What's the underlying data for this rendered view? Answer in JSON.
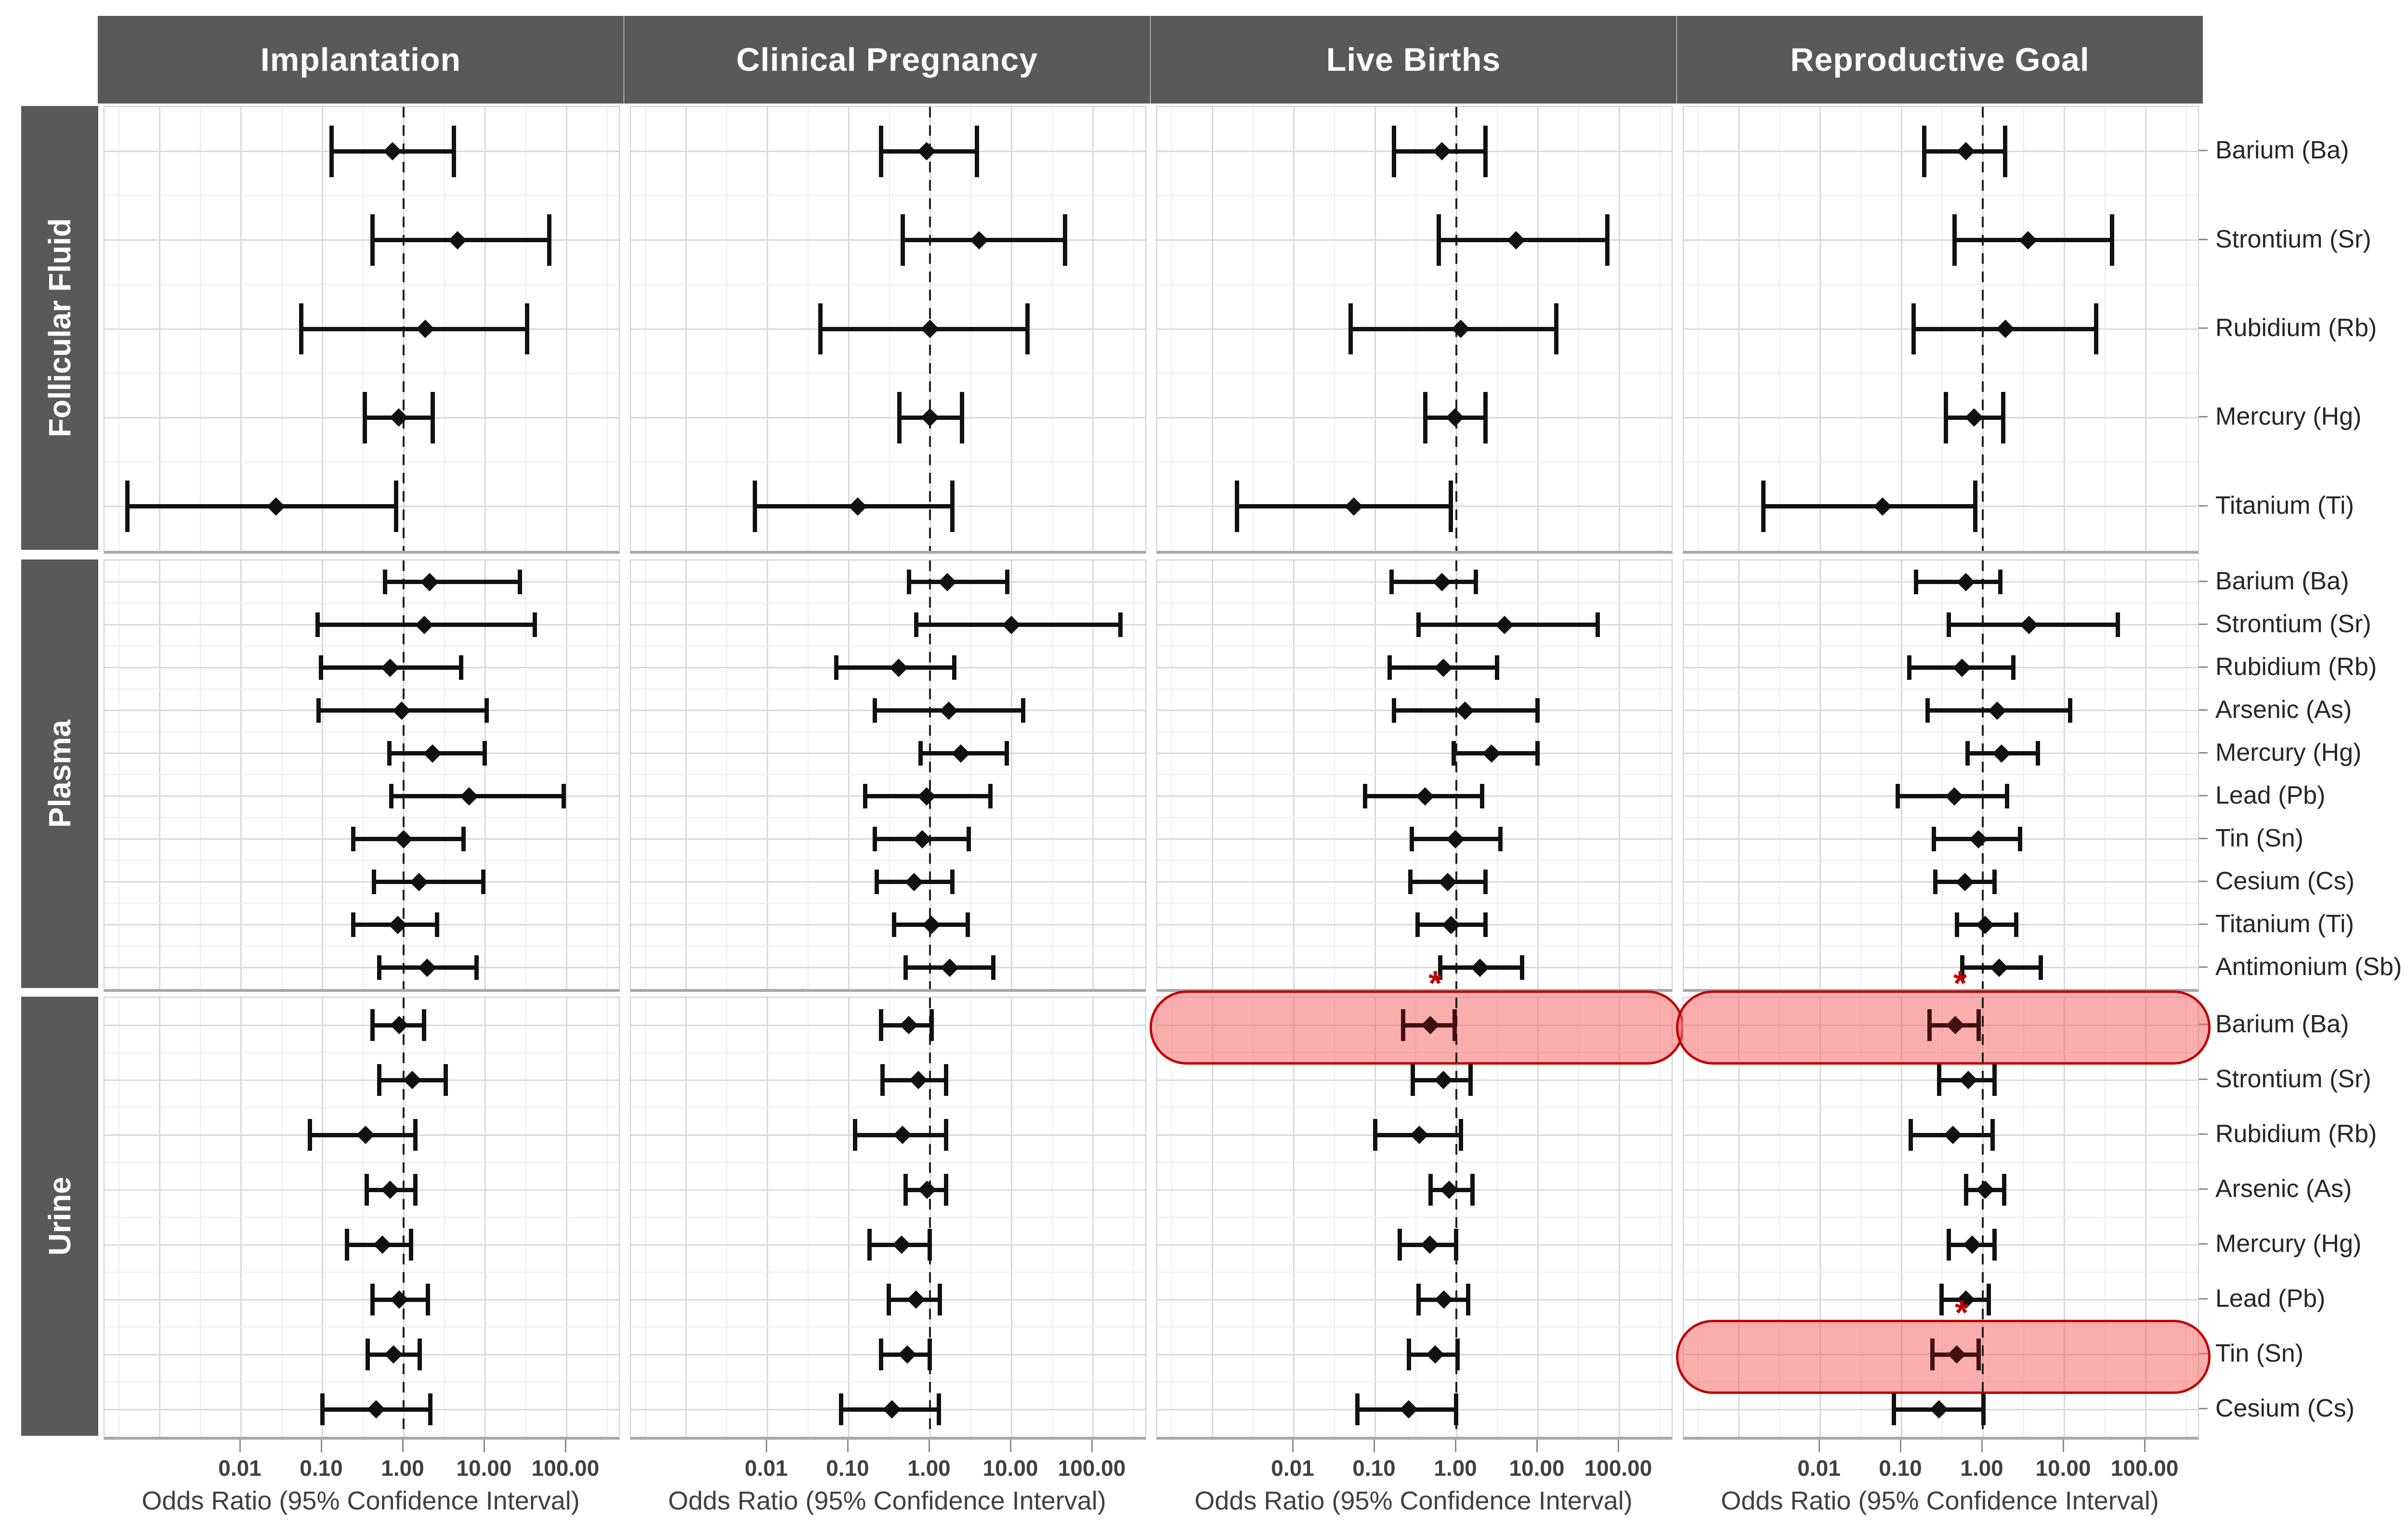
{
  "figure": {
    "kind": "forest-plot-grid",
    "x_axis_title": "Odds Ratio (95% Confidence Interval)",
    "significance_symbol": "*"
  },
  "colors": {
    "header_bg": "#595959",
    "header_text": "#ffffff",
    "bar": "#111111",
    "sig_bar": "#431010",
    "highlight_fill": "rgba(243,98,98,0.52)",
    "highlight_border": "#c00000",
    "grid_major": "#d9d9d9",
    "grid_minor": "#eeeeee",
    "axis_text": "#404040"
  },
  "chart_data": {
    "type": "forest",
    "xscale": "log10",
    "xlabel": "Odds Ratio (95% Confidence Interval)",
    "x_tick_labels": [
      "0.01",
      "0.10",
      "1.00",
      "10.00",
      "100.00"
    ],
    "x_tick_values": [
      0.01,
      0.1,
      1,
      10,
      100
    ],
    "reference_line": 1.0,
    "grid": true,
    "outcomes": [
      "Implantation",
      "Clinical Pregnancy",
      "Live Births",
      "Reproductive Goal"
    ],
    "note": "values are [odds_ratio, ci_low, ci_high, significant(1)]",
    "groups": [
      {
        "label": "Follicular Fluid",
        "rows": [
          "Barium (Ba)",
          "Strontium (Sr)",
          "Rubidium (Rb)",
          "Mercury (Hg)",
          "Titanium (Ti)"
        ],
        "data": {
          "Implantation": [
            [
              0.73,
              0.13,
              4.2
            ],
            [
              4.6,
              0.41,
              62
            ],
            [
              1.85,
              0.055,
              33
            ],
            [
              0.87,
              0.33,
              2.3
            ],
            [
              0.027,
              0.0004,
              0.81
            ]
          ],
          "Clinical Pregnancy": [
            [
              0.91,
              0.25,
              3.8
            ],
            [
              4.0,
              0.46,
              46
            ],
            [
              1.0,
              0.045,
              16
            ],
            [
              1.0,
              0.42,
              2.5
            ],
            [
              0.13,
              0.007,
              1.9
            ]
          ],
          "Live Births": [
            [
              0.66,
              0.17,
              2.3
            ],
            [
              5.4,
              0.6,
              72
            ],
            [
              1.13,
              0.05,
              17
            ],
            [
              0.96,
              0.41,
              2.3
            ],
            [
              0.055,
              0.002,
              0.86
            ]
          ],
          "Reproductive Goal": [
            [
              0.62,
              0.19,
              1.9
            ],
            [
              3.6,
              0.45,
              39
            ],
            [
              1.9,
              0.14,
              25
            ],
            [
              0.78,
              0.35,
              1.8
            ],
            [
              0.059,
              0.002,
              0.81
            ]
          ]
        }
      },
      {
        "label": "Plasma",
        "rows": [
          "Barium (Ba)",
          "Strontium (Sr)",
          "Rubidium (Rb)",
          "Arsenic (As)",
          "Mercury (Hg)",
          "Lead (Pb)",
          "Tin (Sn)",
          "Cesium (Cs)",
          "Titanium (Ti)",
          "Antimonium (Sb)"
        ],
        "data": {
          "Implantation": [
            [
              2.1,
              0.59,
              27
            ],
            [
              1.8,
              0.087,
              41
            ],
            [
              0.68,
              0.096,
              5.1
            ],
            [
              0.95,
              0.09,
              10.5
            ],
            [
              2.25,
              0.66,
              10
            ],
            [
              6.4,
              0.7,
              94
            ],
            [
              1.0,
              0.24,
              5.5
            ],
            [
              1.55,
              0.43,
              9.6
            ],
            [
              0.85,
              0.24,
              2.6
            ],
            [
              1.95,
              0.5,
              7.9
            ]
          ],
          "Clinical Pregnancy": [
            [
              1.64,
              0.55,
              9.0
            ],
            [
              10,
              0.67,
              220
            ],
            [
              0.41,
              0.07,
              2.0
            ],
            [
              1.7,
              0.21,
              14
            ],
            [
              2.4,
              0.76,
              8.8
            ],
            [
              0.91,
              0.16,
              5.6
            ],
            [
              0.8,
              0.21,
              3.0
            ],
            [
              0.64,
              0.22,
              1.9
            ],
            [
              1.04,
              0.36,
              2.95
            ],
            [
              1.75,
              0.5,
              6.0
            ]
          ],
          "Live Births": [
            [
              0.66,
              0.16,
              1.75
            ],
            [
              3.9,
              0.34,
              55
            ],
            [
              0.69,
              0.15,
              3.2
            ],
            [
              1.28,
              0.17,
              10
            ],
            [
              2.7,
              0.92,
              10
            ],
            [
              0.41,
              0.075,
              2.1
            ],
            [
              0.97,
              0.28,
              3.5
            ],
            [
              0.78,
              0.27,
              2.3
            ],
            [
              0.86,
              0.33,
              2.3
            ],
            [
              1.96,
              0.63,
              6.5
            ]
          ],
          "Reproductive Goal": [
            [
              0.62,
              0.15,
              1.65
            ],
            [
              3.7,
              0.38,
              46
            ],
            [
              0.56,
              0.125,
              2.4
            ],
            [
              1.5,
              0.21,
              12
            ],
            [
              1.7,
              0.65,
              4.8
            ],
            [
              0.45,
              0.09,
              2.0
            ],
            [
              0.88,
              0.25,
              2.9
            ],
            [
              0.6,
              0.26,
              1.4
            ],
            [
              1.07,
              0.48,
              2.6
            ],
            [
              1.6,
              0.56,
              5.2
            ]
          ]
        }
      },
      {
        "label": "Urine",
        "rows": [
          "Barium (Ba)",
          "Strontium (Sr)",
          "Rubidium (Rb)",
          "Arsenic (As)",
          "Mercury (Hg)",
          "Lead (Pb)",
          "Tin (Sn)",
          "Cesium (Cs)"
        ],
        "data": {
          "Implantation": [
            [
              0.89,
              0.41,
              1.8
            ],
            [
              1.28,
              0.5,
              3.3
            ],
            [
              0.34,
              0.07,
              1.4
            ],
            [
              0.68,
              0.35,
              1.4
            ],
            [
              0.55,
              0.2,
              1.25
            ],
            [
              0.89,
              0.41,
              2.0
            ],
            [
              0.75,
              0.36,
              1.6
            ],
            [
              0.46,
              0.1,
              2.15
            ]
          ],
          "Clinical Pregnancy": [
            [
              0.55,
              0.25,
              1.05
            ],
            [
              0.72,
              0.26,
              1.6
            ],
            [
              0.46,
              0.12,
              1.6
            ],
            [
              0.92,
              0.5,
              1.6
            ],
            [
              0.45,
              0.18,
              1.0
            ],
            [
              0.67,
              0.31,
              1.33
            ],
            [
              0.53,
              0.25,
              1.0
            ],
            [
              0.34,
              0.08,
              1.3
            ]
          ],
          "Live Births": [
            [
              0.48,
              0.22,
              0.96,
              1
            ],
            [
              0.69,
              0.29,
              1.5
            ],
            [
              0.35,
              0.1,
              1.14
            ],
            [
              0.82,
              0.48,
              1.6
            ],
            [
              0.47,
              0.2,
              1.0
            ],
            [
              0.7,
              0.34,
              1.4
            ],
            [
              0.55,
              0.26,
              1.04
            ],
            [
              0.26,
              0.06,
              1.0
            ]
          ],
          "Reproductive Goal": [
            [
              0.46,
              0.22,
              0.9,
              1
            ],
            [
              0.66,
              0.29,
              1.4
            ],
            [
              0.43,
              0.13,
              1.33
            ],
            [
              1.07,
              0.62,
              1.85
            ],
            [
              0.74,
              0.38,
              1.4
            ],
            [
              0.62,
              0.31,
              1.2
            ],
            [
              0.48,
              0.24,
              0.9,
              1
            ],
            [
              0.29,
              0.08,
              1.03
            ]
          ]
        }
      }
    ]
  }
}
